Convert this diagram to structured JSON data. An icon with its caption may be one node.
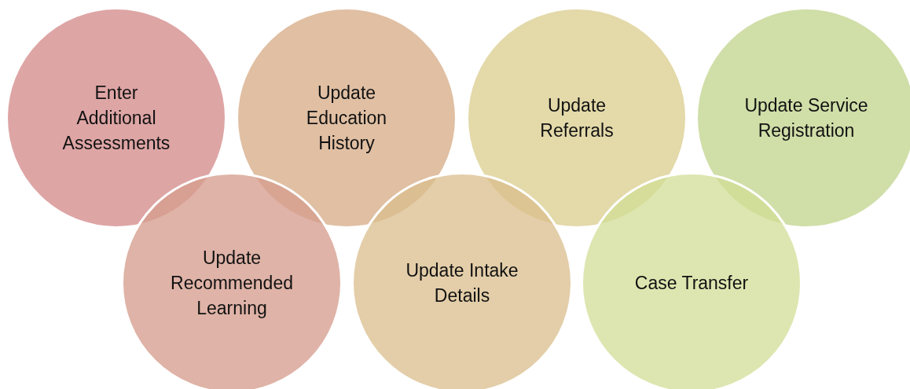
{
  "diagram": {
    "nodes": [
      {
        "text": [
          "Enter Additional Assessments"
        ]
      },
      {
        "text": [
          "Update Education History"
        ]
      },
      {
        "text": [
          "Update Referrals"
        ]
      },
      {
        "text": [
          "Update Service Registration"
        ]
      },
      {
        "text": [
          "Update Recommended Learning"
        ]
      },
      {
        "text": [
          "Update Intake Details"
        ]
      },
      {
        "text": [
          "Case Transfer"
        ]
      }
    ],
    "edges": []
  }
}
